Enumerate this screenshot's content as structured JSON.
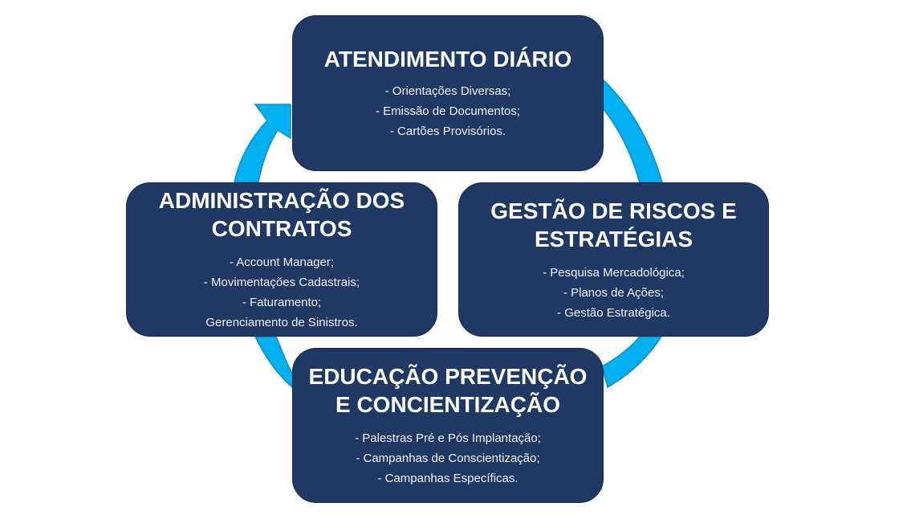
{
  "diagram": {
    "accent_color": "#00b0f0",
    "card_color": "#1f3864",
    "cards": [
      {
        "id": "atendimento-diario",
        "title": "ATENDIMENTO DIÁRIO",
        "items": [
          "- Orientações Diversas;",
          "- Emissão de Documentos;",
          "- Cartões Provisórios."
        ]
      },
      {
        "id": "gestao-de-riscos",
        "title": "GESTÃO DE RISCOS E ESTRATÉGIAS",
        "items": [
          "- Pesquisa Mercadológica;",
          "- Planos de Ações;",
          "- Gestão Estratégica."
        ]
      },
      {
        "id": "educacao-prevencao",
        "title": "EDUCAÇÃO PREVENÇÃO E CONCIENTIZAÇÃO",
        "items": [
          "- Palestras Pré e Pós Implantação;",
          "- Campanhas de Conscientização;",
          "- Campanhas Específicas."
        ]
      },
      {
        "id": "administracao-contratos",
        "title": "ADMINISTRAÇÃO DOS CONTRATOS",
        "items": [
          "- Account Manager;",
          "- Movimentações Cadastrais;",
          "- Faturamento;",
          "Gerenciamento de Sinistros."
        ]
      }
    ]
  }
}
